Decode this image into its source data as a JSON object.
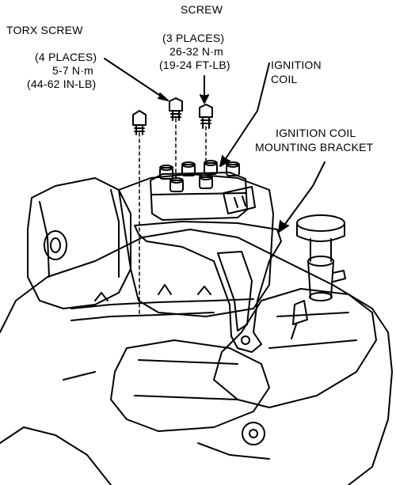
{
  "labels": {
    "screw_title": "SCREW",
    "screw_places": "(3 PLACES)",
    "screw_torque_nm": "26-32 N·m",
    "screw_torque_ftlb": "(19-24 FT-LB)",
    "torx_title": "TORX SCREW",
    "torx_places": "(4 PLACES)",
    "torx_torque_nm": "5-7 N·m",
    "torx_torque_inlb": "(44-62 IN-LB)",
    "ignition_coil_line1": "IGNITION",
    "ignition_coil_line2": "COIL",
    "bracket_line1": "IGNITION COIL",
    "bracket_line2": "MOUNTING BRACKET"
  },
  "colors": {
    "ink": "#000000",
    "paper": "#ffffff"
  }
}
